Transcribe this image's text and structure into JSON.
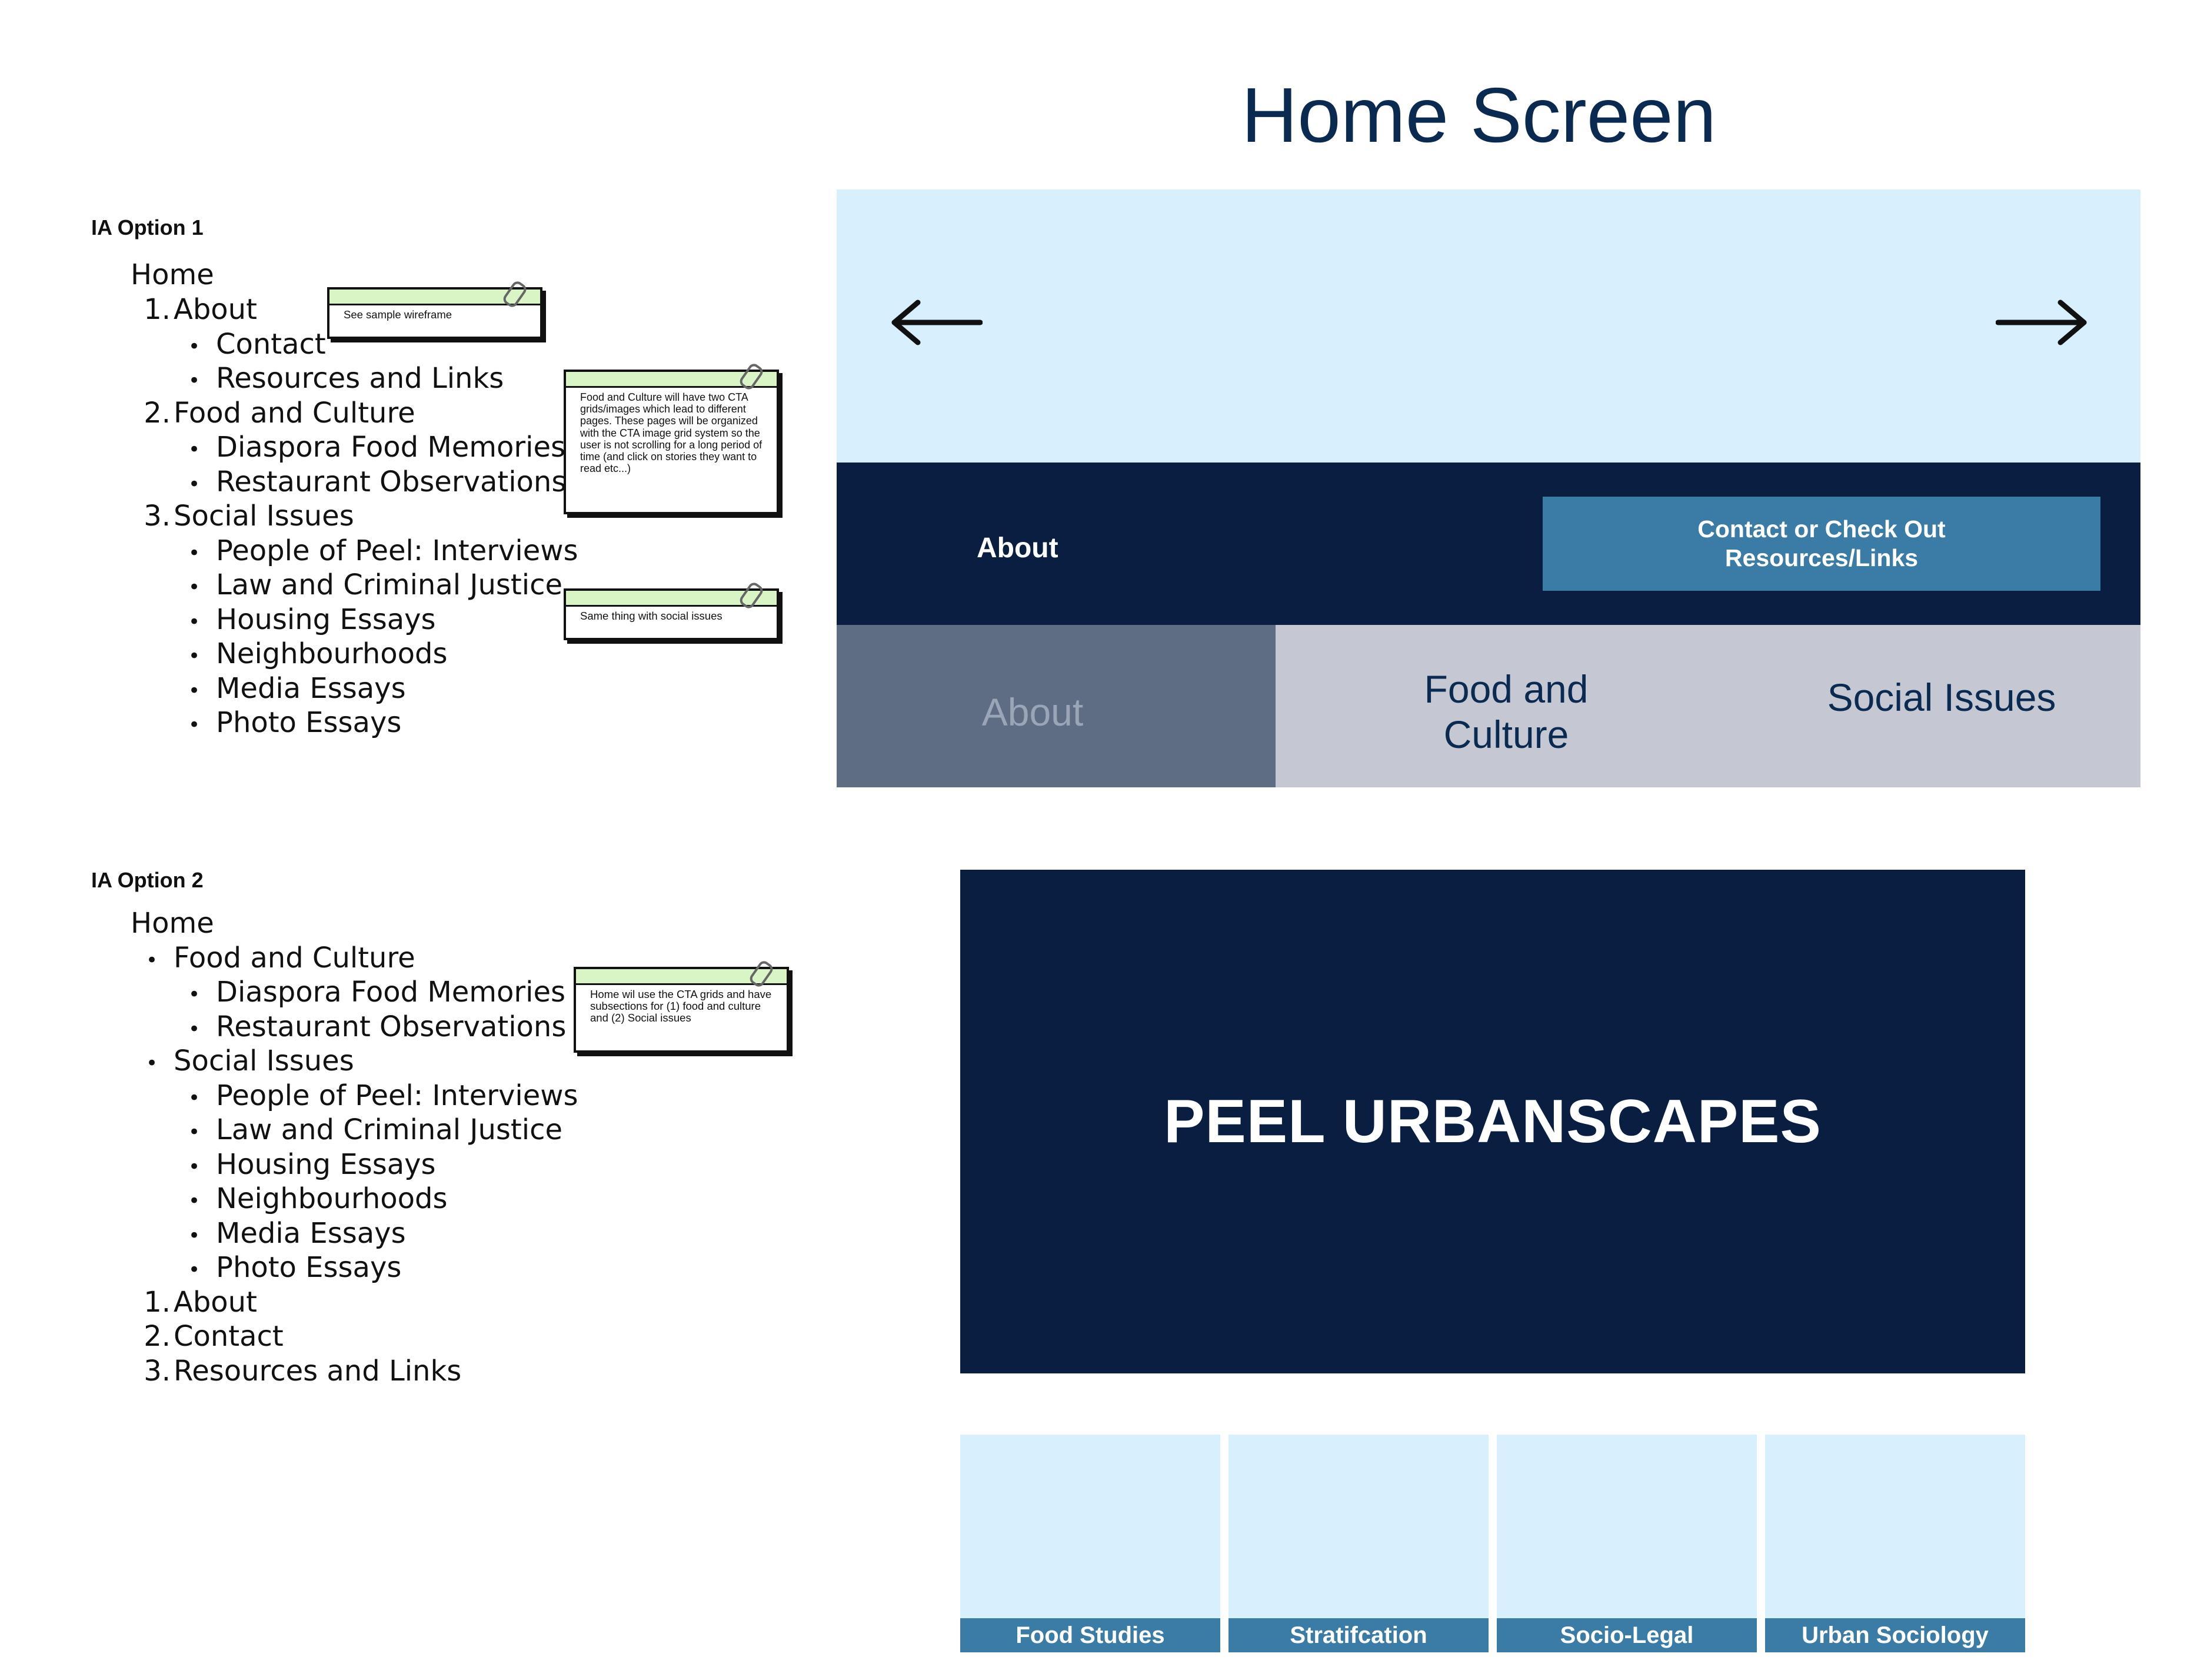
{
  "ia_option_1": {
    "heading": "IA Option 1",
    "home": "Home",
    "items": [
      {
        "marker": "1.",
        "label": "About",
        "children": [
          "Contact",
          "Resources and Links"
        ]
      },
      {
        "marker": "2.",
        "label": "Food and Culture",
        "children": [
          "Diaspora Food Memories",
          "Restaurant Observations"
        ]
      },
      {
        "marker": "3.",
        "label": "Social Issues",
        "children": [
          "People of Peel: Interviews",
          "Law and Criminal Justice",
          "Housing Essays",
          "Neighbourhoods",
          "Media Essays",
          "Photo Essays"
        ]
      }
    ]
  },
  "ia_option_2": {
    "heading": "IA Option 2",
    "home": "Home",
    "bulleted": [
      {
        "label": "Food and Culture",
        "children": [
          "Diaspora Food Memories",
          "Restaurant Observations"
        ]
      },
      {
        "label": "Social Issues",
        "children": [
          "People of Peel: Interviews",
          "Law and Criminal Justice",
          "Housing Essays",
          "Neighbourhoods",
          "Media Essays",
          "Photo Essays"
        ]
      }
    ],
    "numbered": [
      {
        "marker": "1.",
        "label": "About"
      },
      {
        "marker": "2.",
        "label": "Contact"
      },
      {
        "marker": "3.",
        "label": "Resources and Links"
      }
    ]
  },
  "notes": {
    "sample_wireframe": "See sample wireframe",
    "food_culture": "Food and Culture will have two CTA grids/images which lead to different pages. These pages will be organized with the CTA image grid system so the user is not scrolling for a long period of time (and click on stories they want to read etc...)",
    "social_issues": "Same thing with social issues",
    "home_cta": "Home wil use the CTA grids and have subsections for (1) food and culture and (2) Social issues"
  },
  "wireframe": {
    "title": "Home Screen",
    "hero": {
      "prev_icon": "arrow-left-icon",
      "next_icon": "arrow-right-icon"
    },
    "navbar": {
      "about": "About",
      "contact_button": "Contact or Check Out Resources/Links"
    },
    "tabs": [
      {
        "label": "About",
        "active": true
      },
      {
        "label": "Food and Culture",
        "active": false
      },
      {
        "label": "Social Issues",
        "active": false
      }
    ],
    "banner": "PEEL URBANSCAPES",
    "cards": [
      "Food Studies",
      "Stratifcation",
      "Socio-Legal",
      "Urban Sociology"
    ]
  },
  "colors": {
    "navy": "#0a1e42",
    "light_blue": "#d8f0fd",
    "accent_blue": "#3a7ca5",
    "tab_active": "#5e6d84",
    "tab_inactive": "#c5c8d2",
    "note_strip": "#d9f5c6"
  }
}
